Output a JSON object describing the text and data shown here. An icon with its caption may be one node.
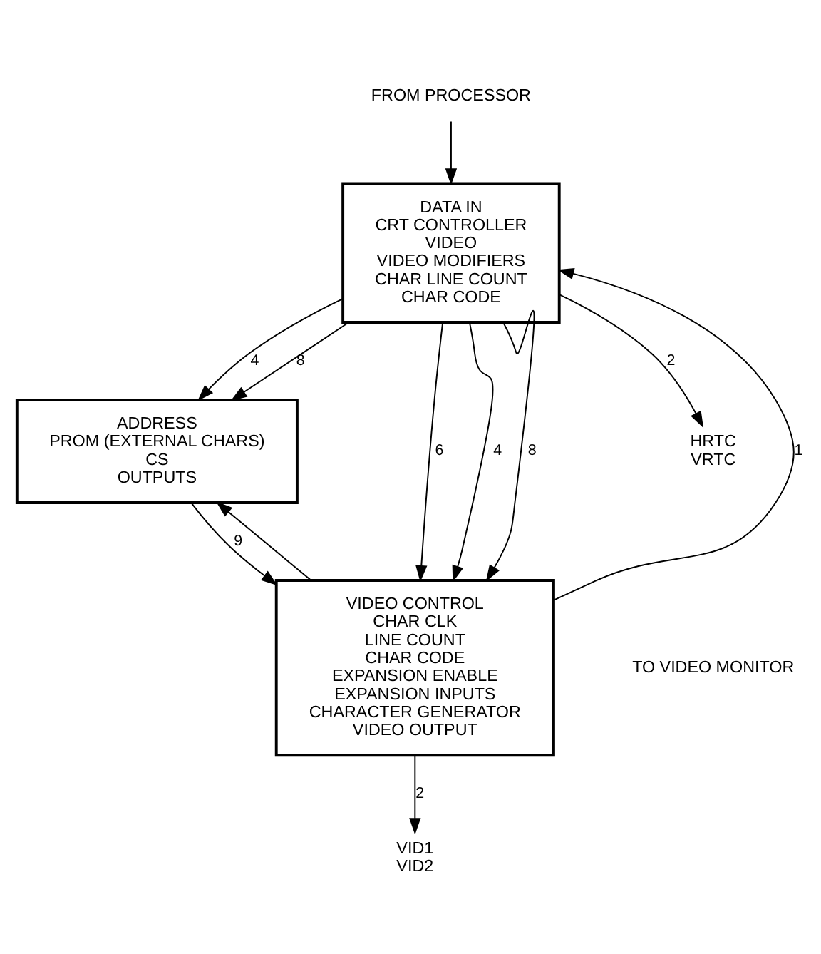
{
  "diagram": {
    "nodes": [
      {
        "text": [
          "FROM PROCESSOR"
        ]
      },
      {
        "text": [
          "DATA IN",
          "CRT CONTROLLER",
          "VIDEO",
          "VIDEO MODIFIERS",
          "CHAR LINE COUNT",
          "CHAR CODE"
        ]
      },
      {
        "text": [
          "ADDRESS",
          "PROM (EXTERNAL CHARS)",
          "CS",
          "OUTPUTS"
        ]
      },
      {
        "text": [
          "VIDEO CONTROL",
          "CHAR CLK",
          "LINE COUNT",
          "CHAR CODE",
          "EXPANSION ENABLE",
          "EXPANSION INPUTS",
          "CHARACTER GENERATOR",
          "VIDEO OUTPUT"
        ]
      },
      {
        "text": [
          "HRTC",
          "VRTC"
        ]
      },
      {
        "text": [
          "VID1",
          "VID2"
        ]
      }
    ],
    "edges": [
      {
        "from": 0,
        "to": 1,
        "arrow": "to"
      },
      {
        "from": 1,
        "to": 4,
        "arrow": "to",
        "label": "2"
      },
      {
        "from": 1,
        "to": 3,
        "arrow": "to",
        "label": "6"
      },
      {
        "from": 3,
        "to": 1,
        "arrow": "to",
        "label": "1"
      },
      {
        "from": 1,
        "to": 3,
        "arrow": "to",
        "label": "4"
      },
      {
        "from": 1,
        "to": 2,
        "arrow": "to",
        "label": "4"
      },
      {
        "from": 1,
        "to": 3,
        "arrow": "to",
        "label": "8"
      },
      {
        "from": 1,
        "to": 2,
        "arrow": "to",
        "label": "8"
      },
      {
        "from": 3,
        "to": 2,
        "arrow": "to"
      },
      {
        "from": 2,
        "to": 3,
        "arrow": "to",
        "label": "9"
      },
      {
        "from": 3,
        "to": 5,
        "arrow": "to",
        "label": "2"
      }
    ],
    "labels": [
      "TO VIDEO MONITOR"
    ]
  }
}
